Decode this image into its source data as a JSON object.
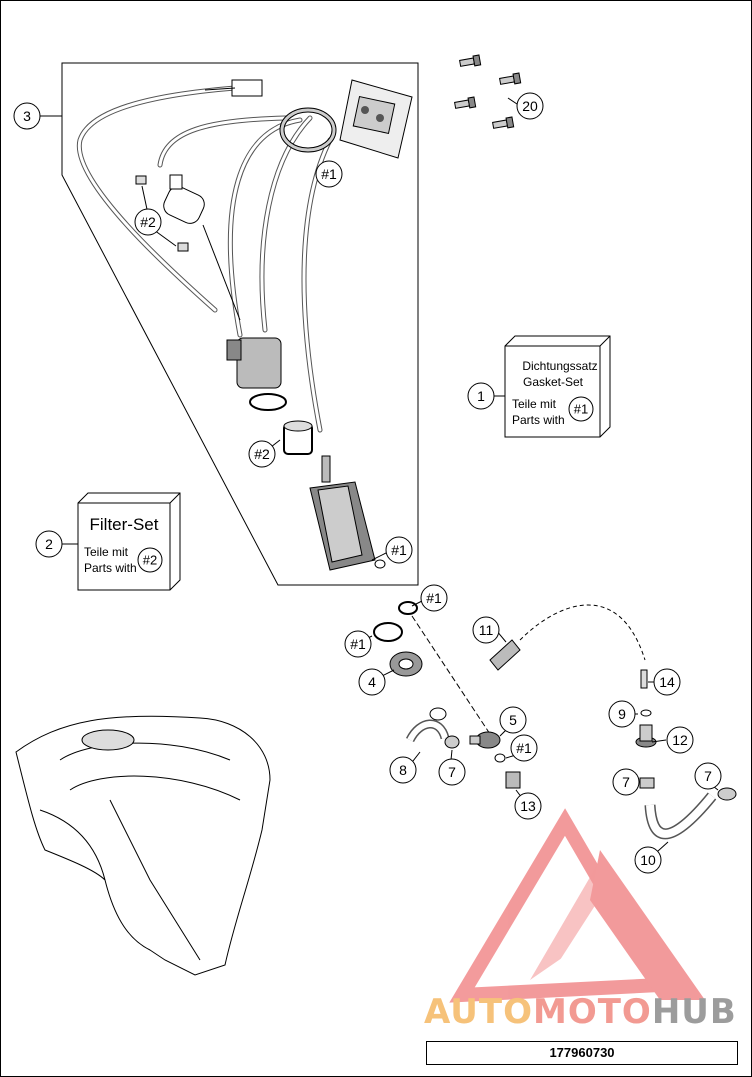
{
  "callouts": {
    "c1": "1",
    "c2": "2",
    "c3": "3",
    "c4": "4",
    "c5": "5",
    "c7": "7",
    "c8": "8",
    "c9": "9",
    "c10": "10",
    "c11": "11",
    "c12": "12",
    "c13": "13",
    "c14": "14",
    "c20": "20",
    "h1": "#1",
    "h2": "#2"
  },
  "gasket_box": {
    "line1": "Dichtungssatz",
    "line2": "Gasket-Set",
    "line3": "Teile mit",
    "line4": "Parts with",
    "ref": "#1"
  },
  "filter_box": {
    "title": "Filter-Set",
    "line1": "Teile mit",
    "line2": "Parts with",
    "ref": "#2"
  },
  "watermark": {
    "part1": "AUTO",
    "part2": "MOTO",
    "part3": "HUB"
  },
  "part_number": "177960730",
  "colors": {
    "line": "#000000",
    "watermark_red": "#e9484a",
    "watermark_orange": "#f6c27a",
    "watermark_grey": "#9c9c9c"
  }
}
